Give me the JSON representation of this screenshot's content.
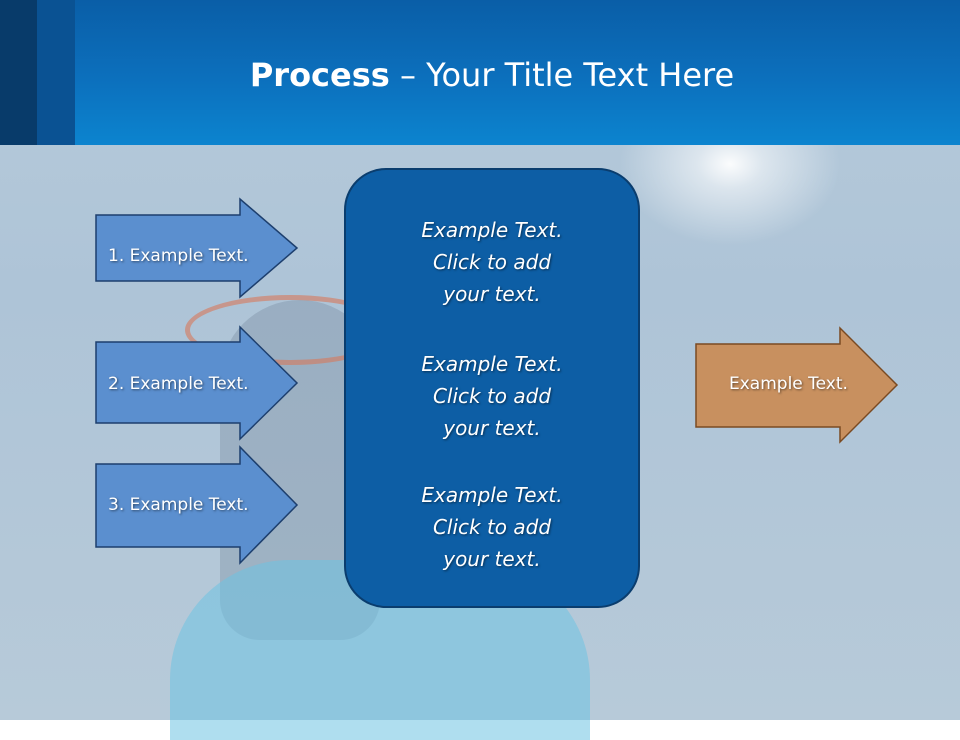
{
  "header": {
    "title_bold": "Process",
    "title_rest": " – Your Title Text Here"
  },
  "inputs": [
    {
      "label": "1. Example Text."
    },
    {
      "label": "2. Example Text."
    },
    {
      "label": "3. Example Text."
    }
  ],
  "center": {
    "blocks": [
      {
        "line1": "Example Text.",
        "line2": "Click  to add",
        "line3": "your text."
      },
      {
        "line1": "Example Text.",
        "line2": "Click  to add",
        "line3": "your text."
      },
      {
        "line1": "Example Text.",
        "line2": "Click  to add",
        "line3": "your text."
      }
    ]
  },
  "output": {
    "label": "Example Text."
  },
  "colors": {
    "header": "#0c70bd",
    "input_arrow_fill": "#5b8fcf",
    "input_arrow_stroke": "#1d3f6e",
    "center_fill": "#0d5ea5",
    "output_arrow_fill": "#c8905f",
    "output_arrow_stroke": "#7a4a22"
  }
}
